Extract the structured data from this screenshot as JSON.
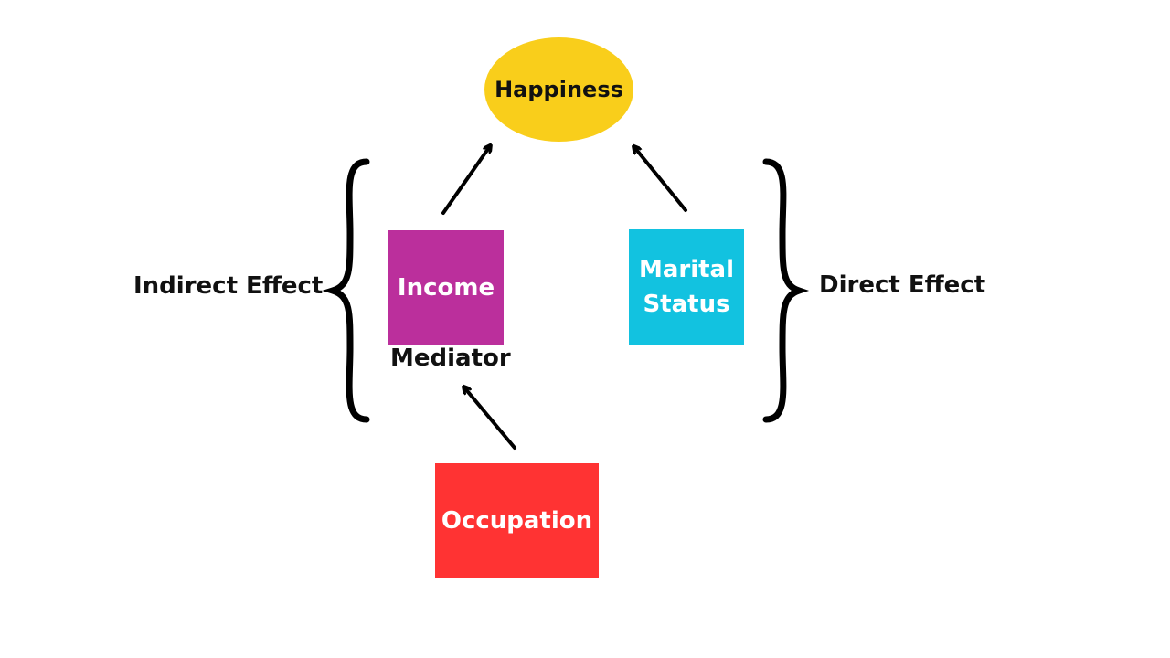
{
  "nodes": {
    "happiness": {
      "label": "Happiness",
      "color": "#f9ce1b"
    },
    "income": {
      "label": "Income",
      "color": "#bb2f9c"
    },
    "marital_status": {
      "label_line1": "Marital",
      "label_line2": "Status",
      "color": "#12c2e0"
    },
    "occupation": {
      "label": "Occupation",
      "color": "#ff3333"
    }
  },
  "labels": {
    "indirect_effect": "Indirect Effect",
    "direct_effect": "Direct Effect",
    "mediator": "Mediator"
  },
  "edges": [
    {
      "from": "occupation",
      "to": "income"
    },
    {
      "from": "income",
      "to": "happiness"
    },
    {
      "from": "marital_status",
      "to": "happiness"
    }
  ]
}
